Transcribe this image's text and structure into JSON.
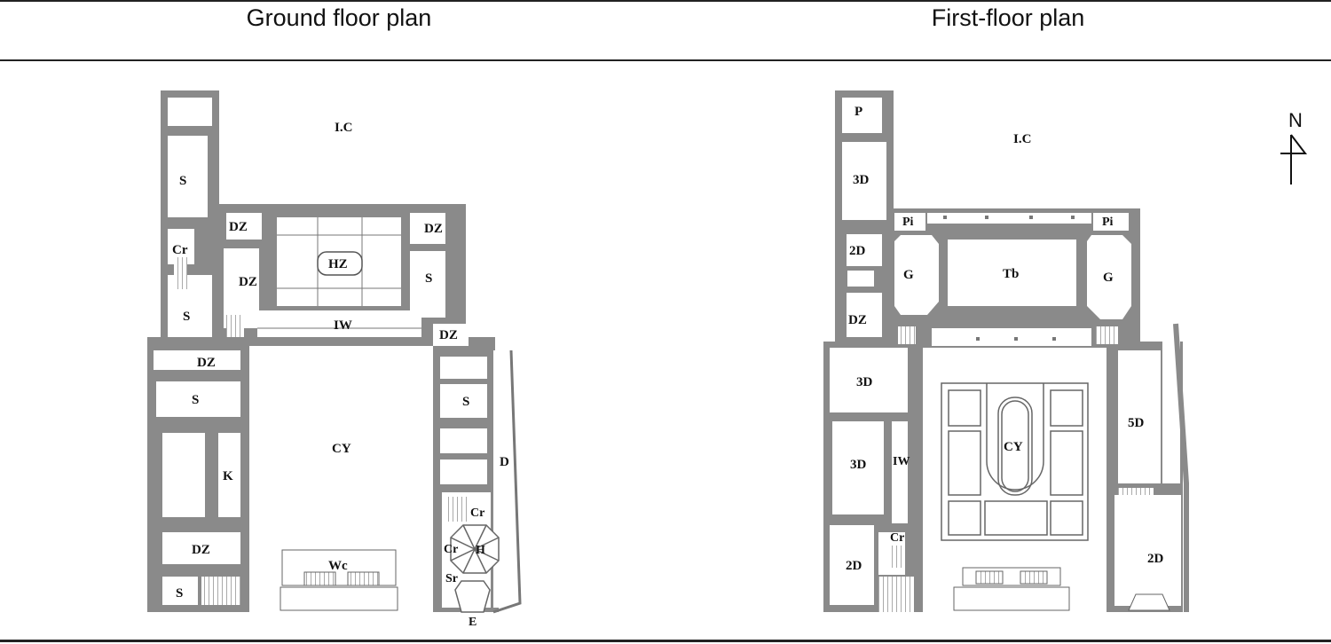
{
  "table": {
    "columns": [
      {
        "caption": "Ground floor plan"
      },
      {
        "caption": "First-floor plan"
      }
    ]
  },
  "ground_floor": {
    "labels": {
      "ic": "I.C",
      "s_top": "S",
      "dz_nw": "DZ",
      "dz_ne": "DZ",
      "cr_nw": "Cr",
      "hz": "HZ",
      "dz_mid": "DZ",
      "s_east": "S",
      "s_west": "S",
      "iw": "IW",
      "dz_e": "DZ",
      "dz_w": "DZ",
      "s_w2": "S",
      "s_e2": "S",
      "cy": "CY",
      "k": "K",
      "d": "D",
      "cr_se1": "Cr",
      "dz_sw": "DZ",
      "cr_se2": "Cr",
      "h": "H",
      "wc": "Wc",
      "sr": "Sr",
      "s_sw": "S",
      "e": "E"
    }
  },
  "first_floor": {
    "labels": {
      "p": "P",
      "ic": "I.C",
      "d3_top": "3D",
      "pi_w": "Pi",
      "pi_e": "Pi",
      "d2_nw": "2D",
      "g_w": "G",
      "tb": "Tb",
      "g_e": "G",
      "dz": "DZ",
      "d3_w": "3D",
      "d5": "5D",
      "cy": "CY",
      "d3_w2": "3D",
      "iw": "IW",
      "cr": "Cr",
      "d2_sw": "2D",
      "d2_se": "2D"
    },
    "north_arrow": {
      "label": "N",
      "icon": "north-arrow-icon"
    }
  },
  "colors": {
    "wall": "#8a8a8a",
    "line": "#222222",
    "background": "#ffffff"
  }
}
